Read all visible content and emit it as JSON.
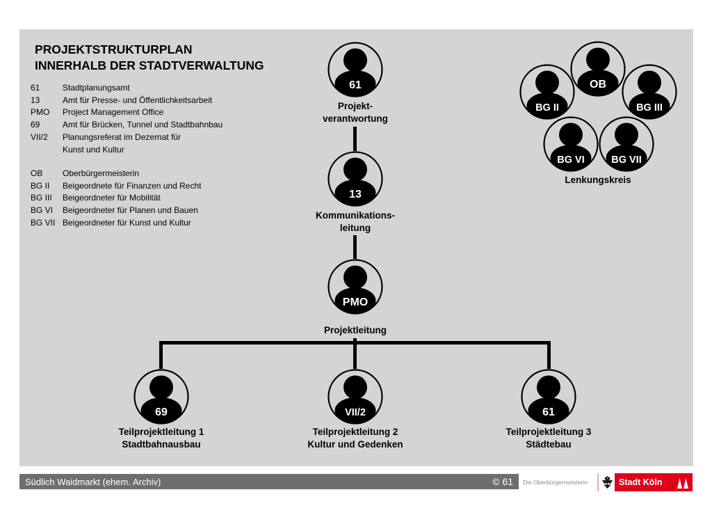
{
  "title": {
    "line1": "PROJEKTSTRUKTURPLAN",
    "line2": "INNERHALB DER STADTVERWALTUNG"
  },
  "legend_top": [
    {
      "abbr": "61",
      "desc": "Stadtplanungsamt"
    },
    {
      "abbr": "13",
      "desc": "Amt für Presse- und Öffentlichkeitsarbeit"
    },
    {
      "abbr": "PMO",
      "desc": "Project Management Office"
    },
    {
      "abbr": "69",
      "desc": "Amt für Brücken, Tunnel und Stadtbahnbau"
    },
    {
      "abbr": "VII/2",
      "desc": "Planungsreferat im Dezernat für"
    },
    {
      "abbr": "",
      "desc": "Kunst und Kultur"
    }
  ],
  "legend_bottom": [
    {
      "abbr": "OB",
      "desc": "Oberbürgermeisterin"
    },
    {
      "abbr": "BG II",
      "desc": "Beigeordnete für Finanzen und Recht"
    },
    {
      "abbr": "BG III",
      "desc": "Beigeordneter für Mobilität"
    },
    {
      "abbr": "BG VI",
      "desc": "Beigeordneter für Planen und Bauen"
    },
    {
      "abbr": "BG VII",
      "desc": "Beigeordneter für Kunst und Kultur"
    }
  ],
  "org_chart": {
    "chain": [
      {
        "badge": "61",
        "label_line1": "Projekt-",
        "label_line2": "verantwortung"
      },
      {
        "badge": "13",
        "label_line1": "Kommunikations-",
        "label_line2": "leitung"
      },
      {
        "badge": "PMO",
        "label_line1": "Projektleitung",
        "label_line2": ""
      }
    ],
    "subprojects": [
      {
        "badge": "69",
        "label_line1": "Teilprojektleitung 1",
        "label_line2": "Stadtbahnausbau"
      },
      {
        "badge": "VII/2",
        "label_line1": "Teilprojektleitung 2",
        "label_line2": "Kultur und Gedenken"
      },
      {
        "badge": "61",
        "label_line1": "Teilprojektleitung 3",
        "label_line2": "Städtebau"
      }
    ],
    "steering_committee": {
      "label": "Lenkungskreis",
      "members": [
        "OB",
        "BG II",
        "BG III",
        "BG VI",
        "BG VII"
      ]
    }
  },
  "footer": {
    "project_label": "Südlich Waidmarkt (ehem. Archiv)",
    "copyright": "© 61",
    "attribution": "Die Oberbürgermeisterin",
    "logo_text": "Stadt Köln"
  },
  "colors": {
    "canvas_bg": "#d4d4d4",
    "diagram_black": "#000000",
    "footer_bar_gray": "#6e6e6e",
    "brand_red": "#e2001a",
    "brand_stripe_pink": "#f4a7ac",
    "attribution_gray": "#8c8c8c"
  }
}
